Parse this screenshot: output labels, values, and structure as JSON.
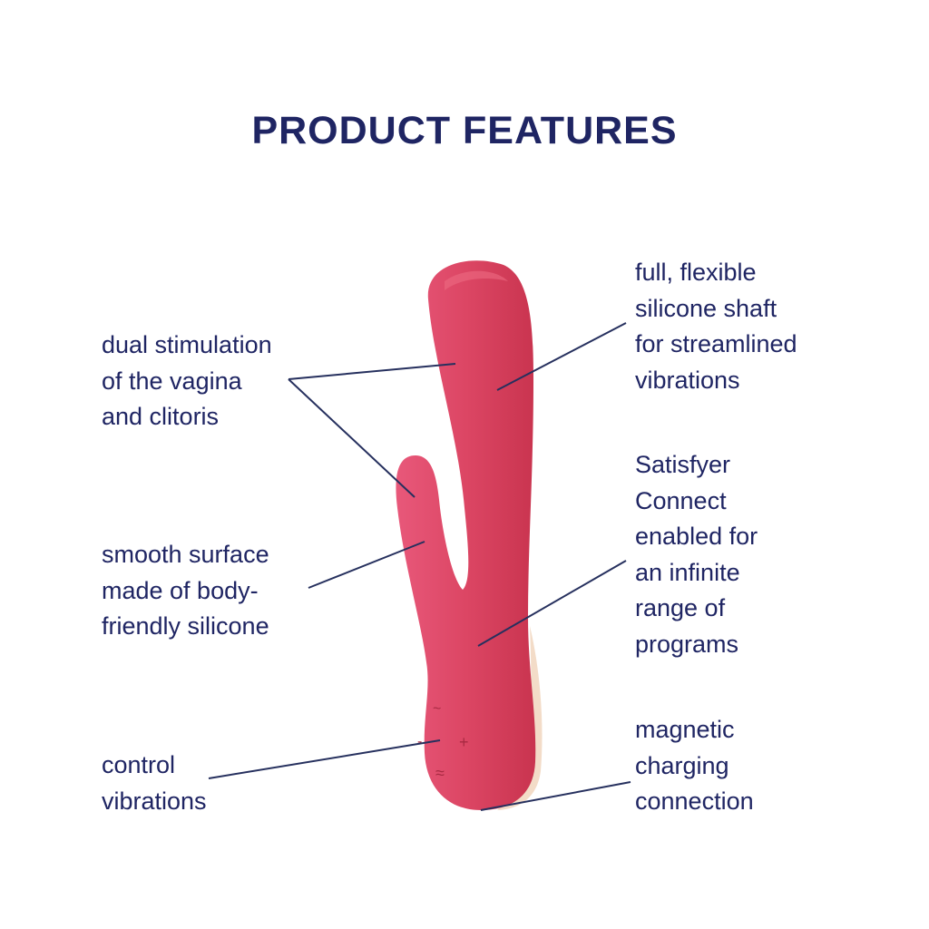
{
  "title": "PRODUCT FEATURES",
  "colors": {
    "text": "#1f2563",
    "product": "#d9435f",
    "product_highlight": "#ec6a82",
    "accent_edge": "#f3dcc8",
    "leader_line": "#26305e"
  },
  "features": {
    "dual_stimulation": "dual stimulation\nof the vagina\nand clitoris",
    "smooth_surface": "smooth surface\nmade of body-\nfriendly silicone",
    "control": "control\nvibrations",
    "shaft": "full, flexible\nsilicone shaft\nfor streamlined\nvibrations",
    "connect": "Satisfyer\nConnect\nenabled for\nan infinite\nrange of\nprograms",
    "charging": "magnetic\ncharging\nconnection"
  },
  "buttons": {
    "wave_single": "~",
    "minus": "-",
    "plus": "+",
    "wave_double": "≈"
  }
}
